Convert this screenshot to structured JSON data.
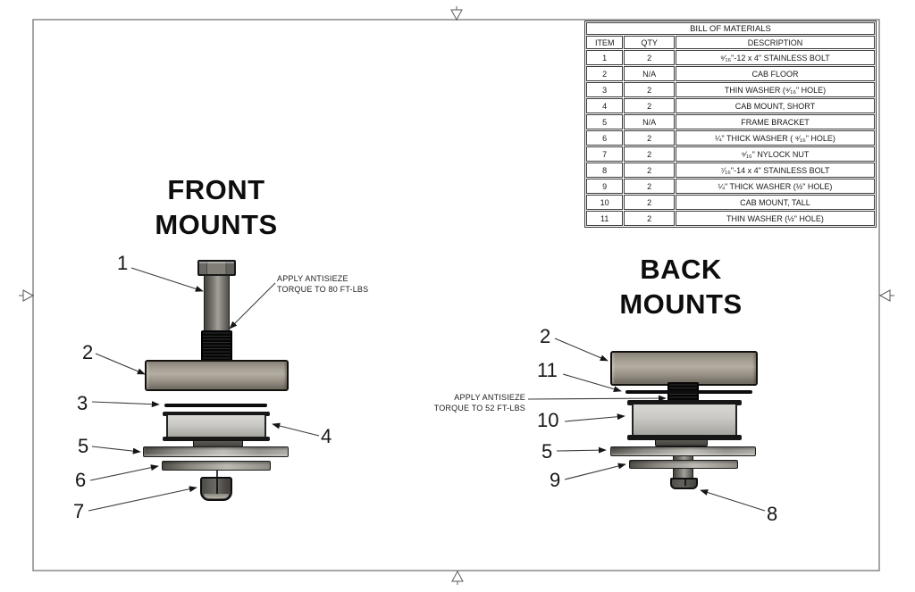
{
  "bom": {
    "title": "BILL OF MATERIALS",
    "columns": {
      "item": "ITEM",
      "qty": "QTY",
      "description": "DESCRIPTION"
    },
    "rows": [
      {
        "item": "1",
        "qty": "2",
        "description": "⁹⁄₁₆\"-12 x 4\"  STAINLESS BOLT"
      },
      {
        "item": "2",
        "qty": "N/A",
        "description": "CAB FLOOR"
      },
      {
        "item": "3",
        "qty": "2",
        "description": "THIN WASHER (⁹⁄₁₆\" HOLE)"
      },
      {
        "item": "4",
        "qty": "2",
        "description": "CAB MOUNT, SHORT"
      },
      {
        "item": "5",
        "qty": "N/A",
        "description": "FRAME BRACKET"
      },
      {
        "item": "6",
        "qty": "2",
        "description": "¼\" THICK WASHER ( ⁹⁄₁₆\" HOLE)"
      },
      {
        "item": "7",
        "qty": "2",
        "description": "⁹⁄₁₆\" NYLOCK NUT"
      },
      {
        "item": "8",
        "qty": "2",
        "description": "⁷⁄₁₆\"-14 x 4\"  STAINLESS BOLT"
      },
      {
        "item": "9",
        "qty": "2",
        "description": "¼\" THICK WASHER (½\" HOLE)"
      },
      {
        "item": "10",
        "qty": "2",
        "description": "CAB MOUNT, TALL"
      },
      {
        "item": "11",
        "qty": "2",
        "description": "THIN WASHER (½\" HOLE)"
      }
    ]
  },
  "front": {
    "title_line1": "FRONT",
    "title_line2": "MOUNTS",
    "note_line1": "APPLY ANTISIEZE",
    "note_line2": "TORQUE TO 80 FT-LBS",
    "callout_1": "1",
    "callout_2": "2",
    "callout_3": "3",
    "callout_4": "4",
    "callout_5": "5",
    "callout_6": "6",
    "callout_7": "7"
  },
  "back": {
    "title_line1": "BACK",
    "title_line2": "MOUNTS",
    "note_line1": "APPLY ANTISIEZE",
    "note_line2": "TORQUE TO 52 FT-LBS",
    "callout_2": "2",
    "callout_11": "11",
    "callout_10": "10",
    "callout_5": "5",
    "callout_9": "9",
    "callout_8": "8"
  }
}
